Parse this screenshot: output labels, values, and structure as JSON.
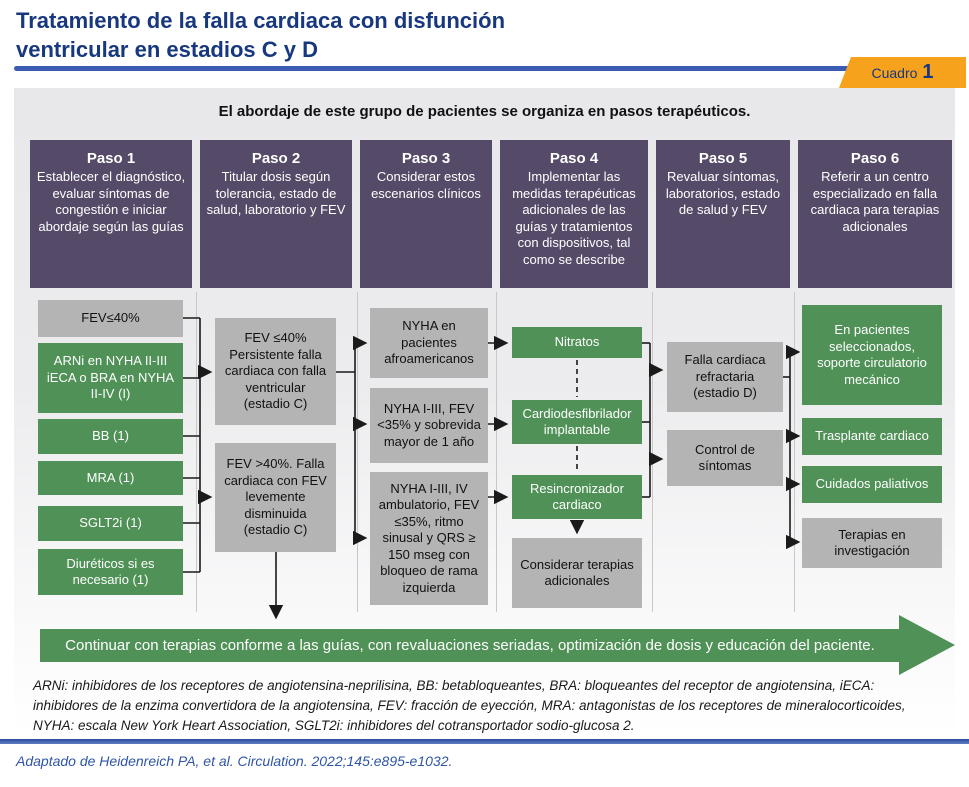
{
  "colors": {
    "navy": "#17387e",
    "blue_line": "#3b5cb1",
    "orange": "#f6a21c",
    "purple": "#554b68",
    "green": "#4f9156",
    "gray_box": "#b5b4b4",
    "panel_top": "#e8e8ea",
    "line_dark": "#1a1a1a",
    "divider": "#c8c8c8",
    "credit_blue": "#2f55a8"
  },
  "header": {
    "title_line1": "Tratamiento de la falla cardiaca con disfunción",
    "title_line2": "ventricular en estadios C y D",
    "badge_label": "Cuadro",
    "badge_number": "1"
  },
  "intro": "El abordaje de este grupo de pacientes se organiza en pasos terapéuticos.",
  "steps": [
    {
      "name": "Paso 1",
      "desc": "Establecer el diagnóstico, evaluar síntomas de congestión e iniciar abordaje según las guías"
    },
    {
      "name": "Paso 2",
      "desc": "Titular dosis según tolerancia, estado de salud, laboratorio y FEV"
    },
    {
      "name": "Paso 3",
      "desc": "Considerar estos escenarios clínicos"
    },
    {
      "name": "Paso 4",
      "desc": "Implementar las medidas terapéuticas adicionales de las guías y tratamientos con dispositivos, tal como se describe"
    },
    {
      "name": "Paso 5",
      "desc": "Revaluar síntomas, laboratorios, estado de salud y FEV"
    },
    {
      "name": "Paso 6",
      "desc": "Referir a un centro especializado en falla cardiaca para terapias adicionales"
    }
  ],
  "columns": [
    {
      "boxes": [
        {
          "text": "FEV≤40%"
        },
        {
          "text": "ARNi en NYHA II-III iECA o BRA en NYHA II-IV (I)"
        },
        {
          "text": "BB (1)"
        },
        {
          "text": "MRA (1)"
        },
        {
          "text": "SGLT2i (1)"
        },
        {
          "text": "Diuréticos si es necesario (1)"
        }
      ]
    },
    {
      "boxes": [
        {
          "text": "FEV ≤40% Persistente falla cardiaca con falla ventricular (estadio C)"
        },
        {
          "text": "FEV >40%. Falla cardiaca con FEV levemente disminuida (estadio C)"
        }
      ]
    },
    {
      "boxes": [
        {
          "text": "NYHA en pacientes afroamericanos"
        },
        {
          "text": "NYHA I-III, FEV <35% y sobrevida mayor de 1 año"
        },
        {
          "text": "NYHA I-III, IV ambulatorio, FEV ≤35%, ritmo sinusal y QRS ≥ 150 mseg con bloqueo de rama izquierda"
        }
      ]
    },
    {
      "boxes": [
        {
          "text": "Nitratos"
        },
        {
          "text": "Cardiodesfibrilador implantable"
        },
        {
          "text": "Resincronizador cardiaco"
        },
        {
          "text": "Considerar terapias adicionales"
        }
      ]
    },
    {
      "boxes": [
        {
          "text": "Falla cardiaca refractaria (estadio D)"
        },
        {
          "text": "Control de síntomas"
        }
      ]
    },
    {
      "boxes": [
        {
          "text": "En pacientes seleccionados, soporte circulatorio mecánico"
        },
        {
          "text": "Trasplante cardiaco"
        },
        {
          "text": "Cuidados paliativos"
        },
        {
          "text": "Terapias en investigación"
        }
      ]
    }
  ],
  "banner": "Continuar con terapias conforme a las guías, con revaluaciones seriadas, optimización de dosis y educación del paciente.",
  "footnote": "ARNi: inhibidores de los receptores de angiotensina-neprilisina, BB: betabloqueantes, BRA: bloqueantes del receptor de angiotensina, iECA: inhibidores de la enzima convertidora de la angiotensina, FEV: fracción de eyección, MRA: antagonistas de los receptores de mineralocorticoides, NYHA: escala New York Heart Association, SGLT2i: inhibidores del cotransportador sodio-glucosa 2.",
  "credit": "Adaptado de Heidenreich PA, et al. Circulation. 2022;145:e895-e1032."
}
